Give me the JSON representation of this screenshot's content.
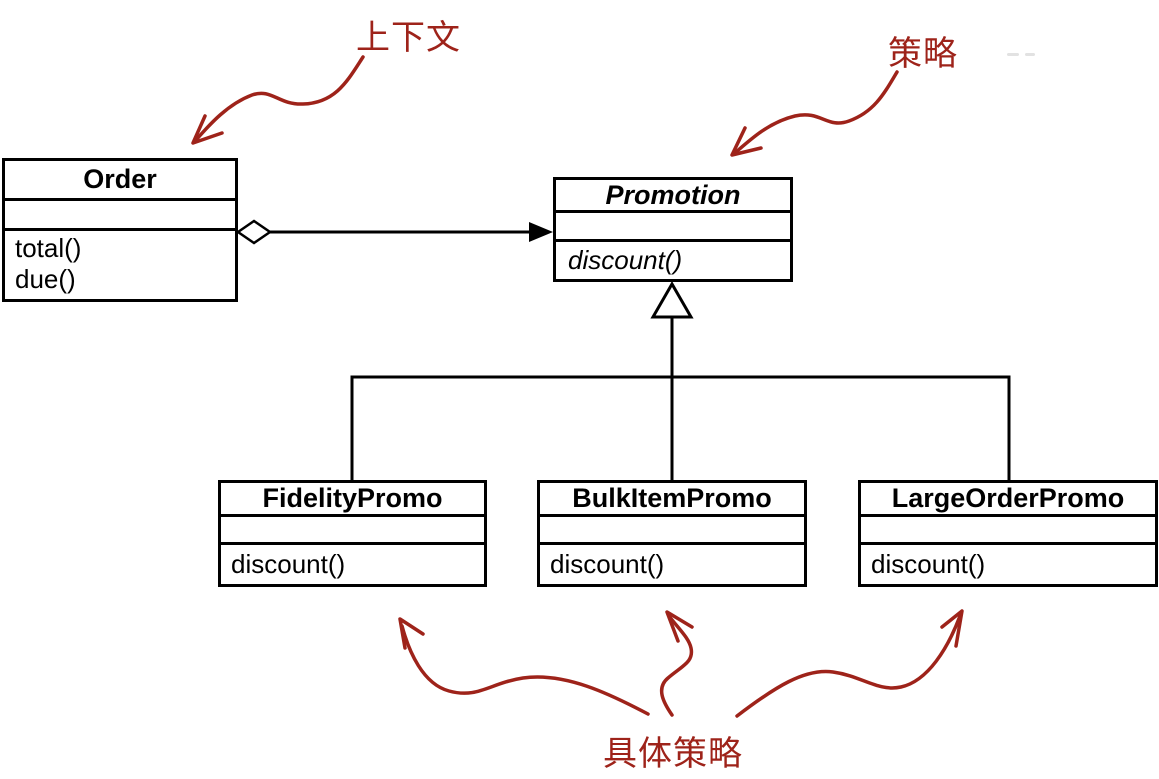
{
  "diagram": {
    "kind": "uml-class-diagram",
    "pattern": "Strategy",
    "annotation_color": "#9e231a",
    "line_color": "#000000",
    "labels": {
      "context": "上下文",
      "strategy": "策略",
      "concrete_strategies": "具体策略"
    },
    "classes": [
      {
        "id": "order",
        "name": "Order",
        "abstract": false,
        "attributes": [],
        "methods": [
          "total()",
          "due()"
        ]
      },
      {
        "id": "promotion",
        "name": "Promotion",
        "abstract": true,
        "attributes": [],
        "methods": [
          "discount()"
        ]
      },
      {
        "id": "fidelity",
        "name": "FidelityPromo",
        "abstract": false,
        "attributes": [],
        "methods": [
          "discount()"
        ]
      },
      {
        "id": "bulk",
        "name": "BulkItemPromo",
        "abstract": false,
        "attributes": [],
        "methods": [
          "discount()"
        ]
      },
      {
        "id": "large",
        "name": "LargeOrderPromo",
        "abstract": false,
        "attributes": [],
        "methods": [
          "discount()"
        ]
      }
    ],
    "relationships": [
      {
        "type": "aggregation",
        "from": "Order",
        "to": "Promotion"
      },
      {
        "type": "inheritance",
        "from": "FidelityPromo",
        "to": "Promotion"
      },
      {
        "type": "inheritance",
        "from": "BulkItemPromo",
        "to": "Promotion"
      },
      {
        "type": "inheritance",
        "from": "LargeOrderPromo",
        "to": "Promotion"
      }
    ]
  }
}
